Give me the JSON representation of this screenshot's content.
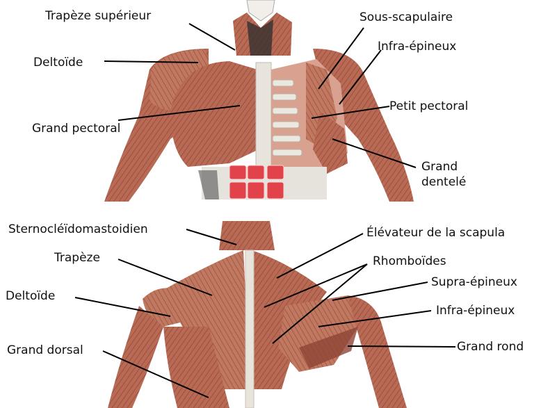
{
  "figure": {
    "top": {
      "labels": {
        "trapeze_superieur": "Trapèze supérieur",
        "deltoide": "Deltoïde",
        "grand_pectoral": "Grand pectoral",
        "sous_scapulaire": "Sous-scapulaire",
        "infra_epineux": "Infra-épineux",
        "petit_pectoral": "Petit pectoral",
        "grand_dentele_1": "Grand",
        "grand_dentele_2": "dentelé"
      }
    },
    "bottom": {
      "labels": {
        "sternocleido": "Sternocléïdomastoidien",
        "trapeze": "Trapèze",
        "deltoide": "Deltoïde",
        "grand_dorsal": "Grand dorsal",
        "elevateur": "Élévateur de la scapula",
        "rhomboides": "Rhomboïdes",
        "supra_epineux": "Supra-épineux",
        "infra_epineux": "Infra-épineux",
        "grand_rond": "Grand rond"
      }
    },
    "colors": {
      "muscle": "#b86a55",
      "muscle_dark": "#8e4536",
      "bone": "#e8e4dc",
      "abdomen": "#e2434a",
      "line": "#000000"
    }
  }
}
